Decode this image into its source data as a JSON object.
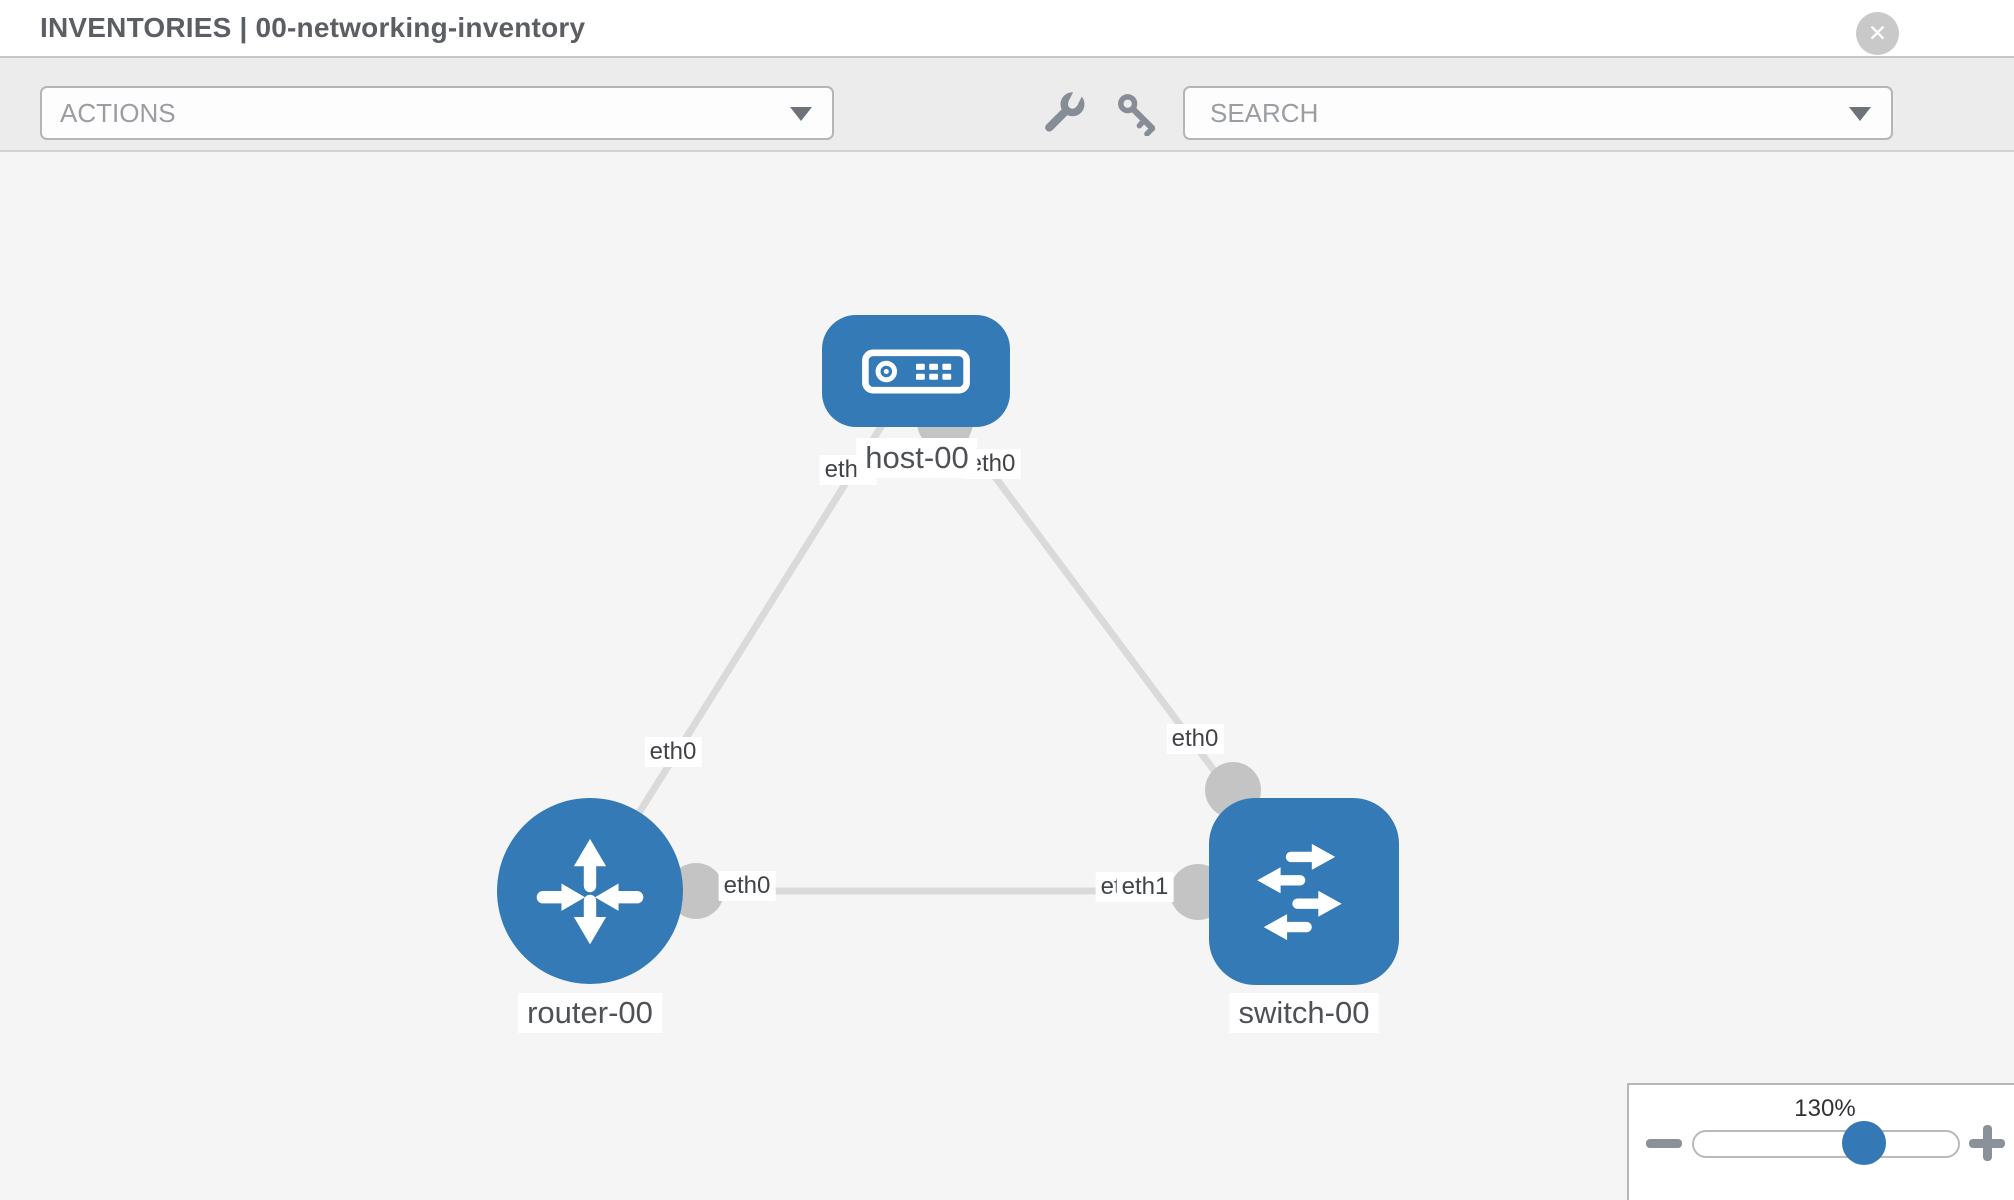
{
  "header": {
    "title": "INVENTORIES | 00-networking-inventory"
  },
  "icons": {
    "close": "✕"
  },
  "toolbar": {
    "actions_label": "ACTIONS",
    "search_placeholder": "SEARCH"
  },
  "topology": {
    "nodes": [
      {
        "id": "host-00",
        "type": "host",
        "label": "host-00"
      },
      {
        "id": "router-00",
        "type": "router",
        "label": "router-00"
      },
      {
        "id": "switch-00",
        "type": "switch",
        "label": "switch-00"
      }
    ],
    "links": [
      {
        "from": "host-00",
        "to": "router-00"
      },
      {
        "from": "host-00",
        "to": "switch-00"
      },
      {
        "from": "router-00",
        "to": "switch-00"
      }
    ],
    "interface_labels": {
      "host_side_left": "eth0",
      "host_side_right": "eth0",
      "link_host_router": "eth0",
      "link_host_switch": "eth0",
      "router_side": "eth0",
      "switch_side_hidden": "eth0",
      "switch_side": "eth1"
    }
  },
  "zoom_control": {
    "value": "130%"
  },
  "colors": {
    "node_blue": "#337ab7",
    "link_gray": "#dadada",
    "connector_gray": "#c4c4c4",
    "toolbar_bg": "#ececec",
    "canvas_bg": "#f5f5f6"
  }
}
